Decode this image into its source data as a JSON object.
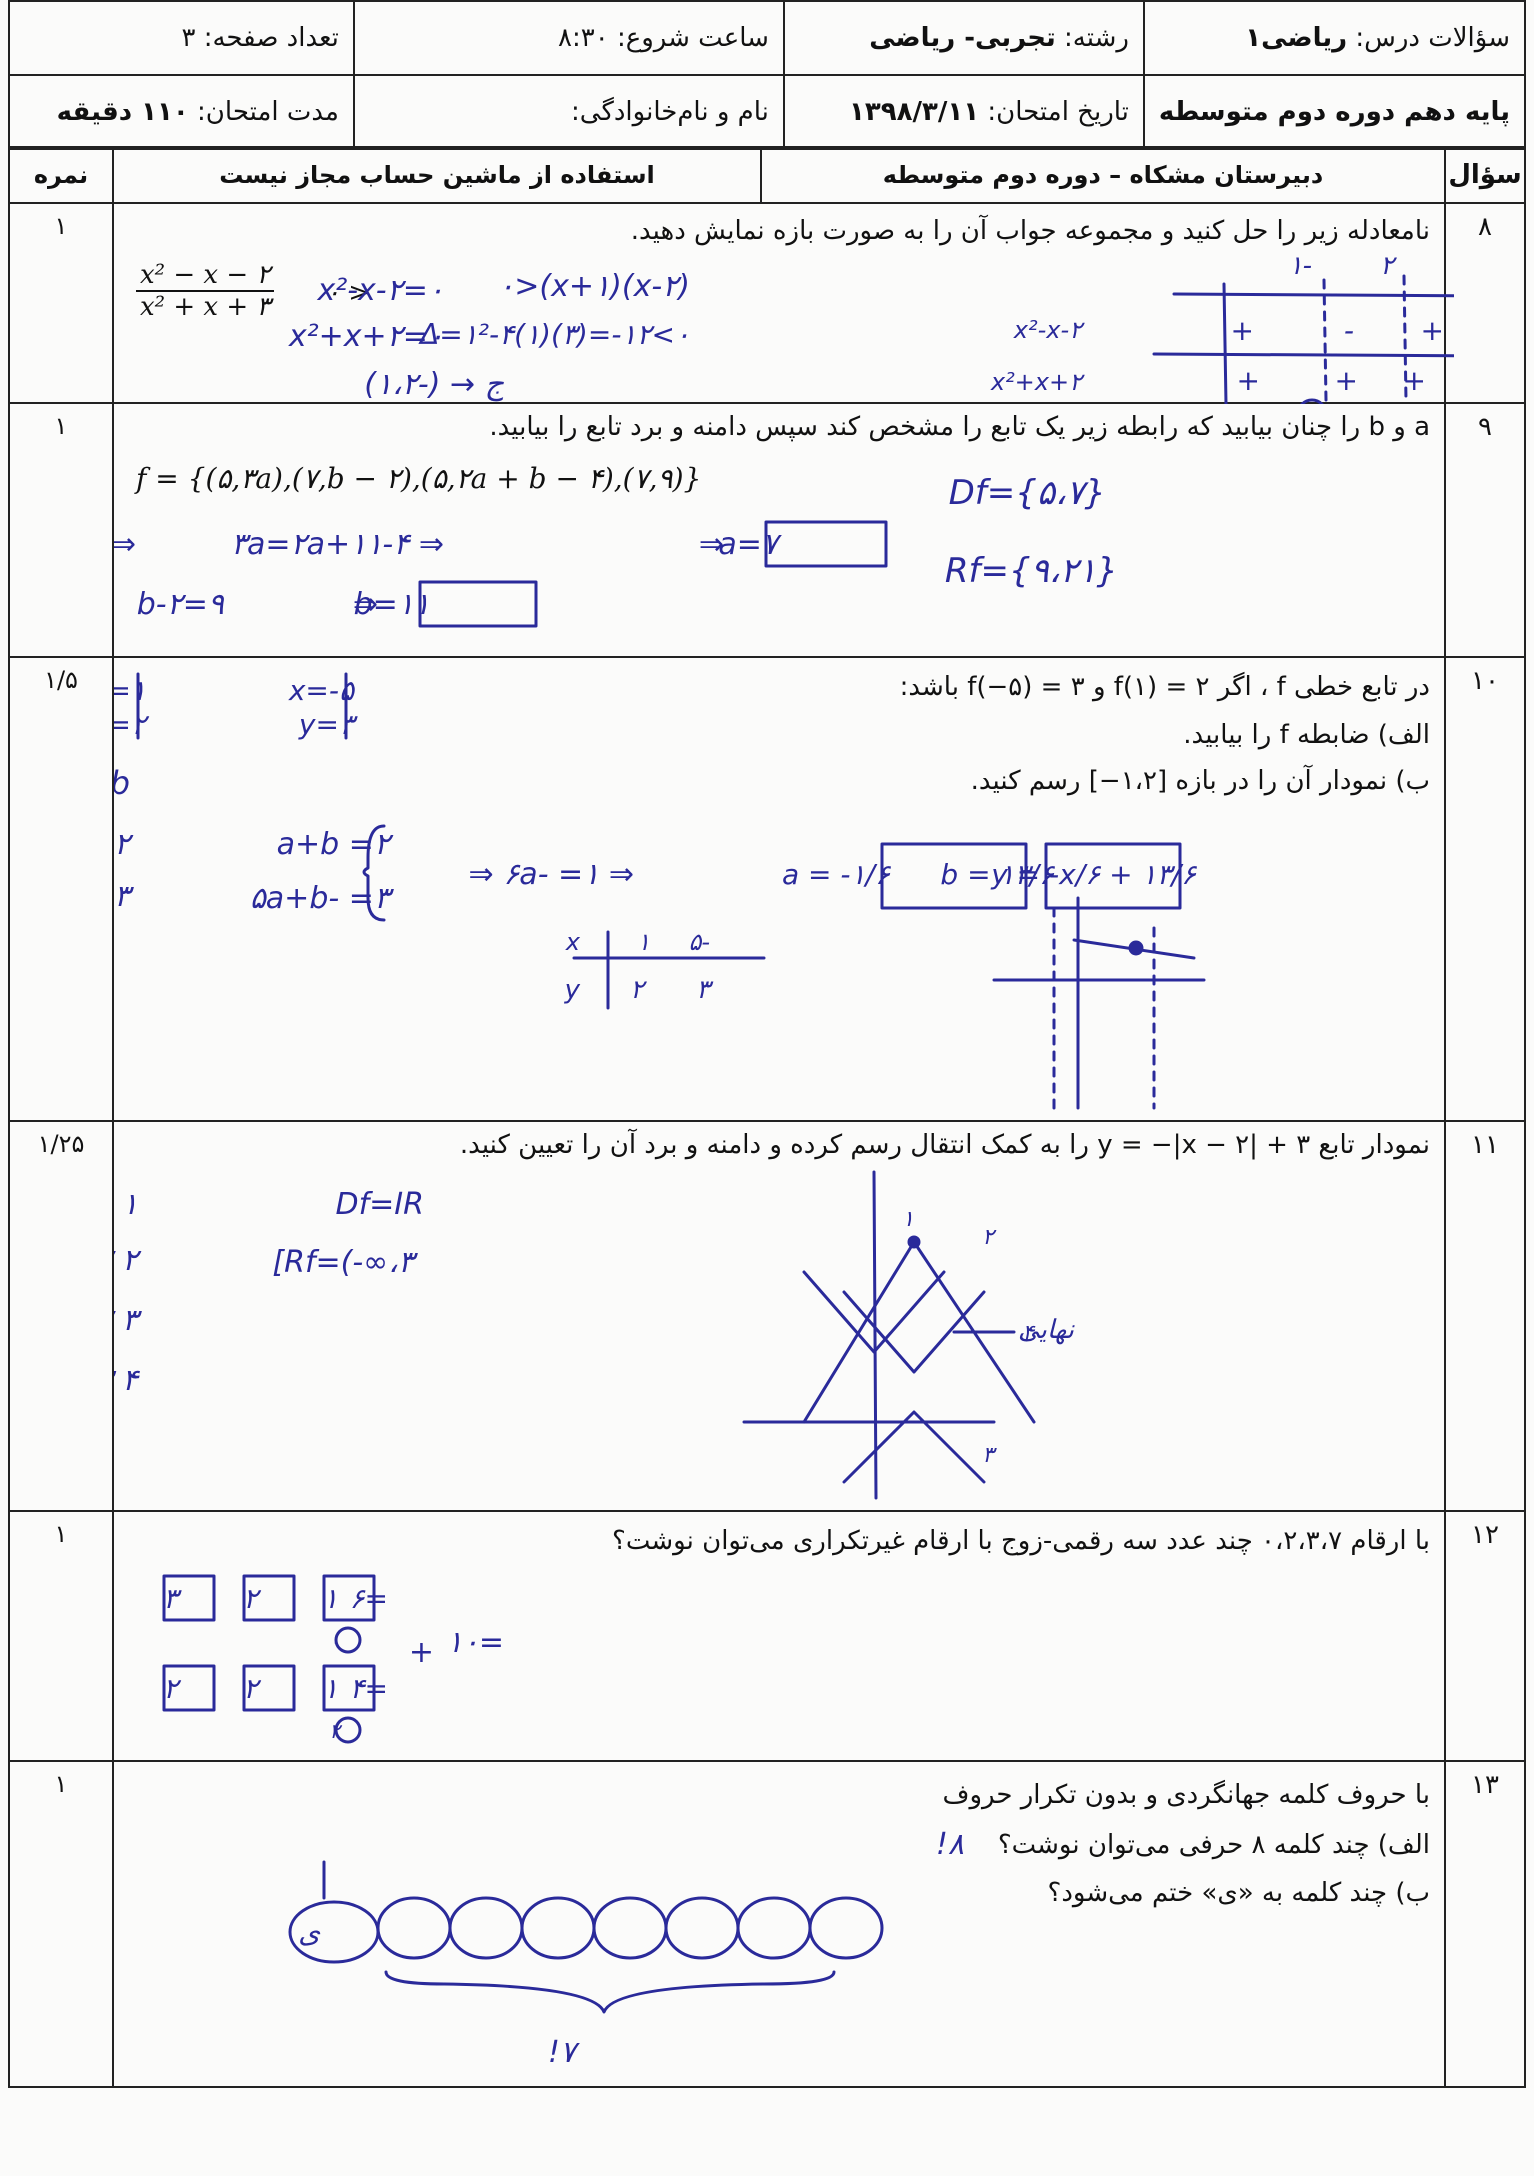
{
  "header": {
    "row1": {
      "course_label": "سؤالات درس:",
      "course": "ریاضی۱",
      "field_label": "رشته:",
      "field": "تجربی- ریاضی",
      "start_label": "ساعت شروع:",
      "start": "۸:۳۰",
      "pages_label": "تعداد صفحه:",
      "pages": "۳"
    },
    "row2": {
      "grade": "پایه دهم دوره دوم متوسطه",
      "date_label": "تاریخ امتحان:",
      "date": "۱۳۹۸/۳/۱۱",
      "name_label": "نام و نام‌خانوادگی:",
      "duration_label": "مدت امتحان:",
      "duration": "۱۱۰ دقیقه"
    },
    "row3": {
      "question_col": "سؤال",
      "school": "دبیرستان مشکاه – دوره دوم متوسطه",
      "calc_note": "استفاده از ماشین حساب مجاز نیست",
      "score_col": "نمره"
    }
  },
  "questions": [
    {
      "num": "۸",
      "score": "۱",
      "lines": [
        "نامعادله زیر را حل کنید و مجموعه جواب آن را به صورت بازه نمایش دهید."
      ],
      "formula_num": "x² − x − ۲",
      "formula_den": "x² + x + ۳",
      "formula_rel": "< ۰"
    },
    {
      "num": "۹",
      "score": "۱",
      "lines": [
        "a و b را چنان بیابید که رابطه زیر یک تابع را مشخص کند سپس دامنه و برد تابع را بیابید."
      ],
      "formula": "f = {(۵,۳a),(۷,b − ۲),(۵,۲a + b − ۴),(۷,۹)}"
    },
    {
      "num": "۱۰",
      "score": "۱/۵",
      "lines": [
        "در تابع خطی f ، اگر f(۱) = ۲ و f(−۵) = ۳ باشد:",
        "الف) ضابطه f را بیابید.",
        "ب) نمودار آن را در بازه [۱،۲−] رسم کنید."
      ]
    },
    {
      "num": "۱۱",
      "score": "۱/۲۵",
      "lines": [
        "نمودار تابع y = −|x − ۲| + ۳ را به کمک انتقال رسم کرده و دامنه و برد آن را تعیین کنید."
      ]
    },
    {
      "num": "۱۲",
      "score": "۱",
      "lines": [
        "با ارقام ۰،۲،۳،۷ چند عدد سه رقمی-زوج با ارقام غیرتکراری می‌توان نوشت؟"
      ]
    },
    {
      "num": "۱۳",
      "score": "۱",
      "lines": [
        "با حروف کلمه جهانگردی و بدون تکرار حروف",
        "الف) چند کلمه ۸ حرفی می‌توان نوشت؟",
        "ب) چند کلمه به «ی» ختم می‌شود؟"
      ]
    }
  ],
  "handwriting": {
    "q8": [
      "x²-x-۲=۰",
      "(x-۲)(x+۱)<۰",
      "x²+x+۲=۰",
      "Δ=۱²-۴(۱)(۳)=-۱۲<۰",
      "ج → (-۱،۲)",
      "-۱",
      "۲",
      "x²-x-۲",
      "x²+x+۲",
      "+",
      "-",
      "+",
      "+",
      "+",
      "+",
      "+",
      "-",
      "+"
    ],
    "q9": [
      "⇒ ۳a=۲a+b-۴",
      "⇒ ۳a=۲a+۱۱-۴",
      "⇒",
      "a=۷",
      "b-۲=۹",
      "⇒",
      "b=۱۱",
      "Df={۵،۷}",
      "Rf={۹،۲۱}"
    ],
    "q10": [
      "x=۱",
      "y=۲",
      "x=-۵",
      "y=۳",
      "f(x)=ax+b",
      "f(۱)=۲ ⇒",
      "f(-۵)=۳",
      "۲= a+b",
      "۳= -۵a+b",
      "⇒ ۱= -۶a ⇒",
      "a = -۱/۶",
      "b = ۱۳/۶",
      "y = -x/۶ + ۱۳/۶",
      "x",
      "۱",
      "-۵",
      "y",
      "۲",
      "۳"
    ],
    "q11": [
      "۱ y=|x|",
      "۲ y= |x-۲|",
      "۳ y= -|x-۲|",
      "۴ y=-|x-۲|+۳",
      "Df=IR",
      "Rf=(-∞،۳]",
      "۱",
      "۲",
      "۳",
      "۴",
      "نهایی"
    ],
    "q12": [
      "۳",
      "۲",
      "۱",
      "=۶",
      "۰",
      "+",
      "=۱۰",
      "۲",
      "۲",
      "۱",
      "=۴",
      "۲"
    ],
    "q13": [
      "۸!",
      "ی",
      "۷!"
    ]
  },
  "colors": {
    "ink": "#2a2a9a",
    "print": "#111111",
    "paper": "#fbfbfa"
  }
}
